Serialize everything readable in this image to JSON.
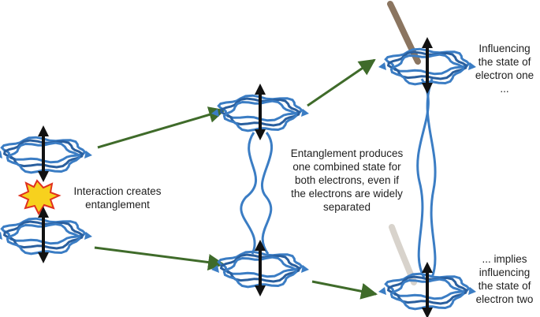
{
  "labels": {
    "interaction": [
      "Interaction creates",
      "entanglement"
    ],
    "entanglement": [
      "Entanglement produces",
      "one combined state for",
      "both electrons, even if",
      "the electrons are widely",
      "separated"
    ],
    "electron_one": [
      "Influencing",
      "the state of",
      "electron one",
      "..."
    ],
    "electron_two": [
      "... implies",
      "influencing",
      "the state of",
      "electron two"
    ]
  },
  "icons": {
    "electron": "electron-orbital-icon",
    "spin": "spin-arrow-icon",
    "collision": "collision-burst-icon",
    "wand_dark": "wand-stick-icon",
    "wand_light": "faded-wand-stick-icon",
    "link": "entanglement-line-icon",
    "flow": "green-arrow-icon"
  },
  "colors": {
    "orbital": "#3b7dc4",
    "orbital_dark": "#2a5f9e",
    "spin": "#111111",
    "arrow": "#3f6b2a",
    "burst_fill": "#f7d11e",
    "burst_stroke": "#e0301e",
    "stick_dark": "#8b7560",
    "stick_light": "#d8d3cc"
  }
}
